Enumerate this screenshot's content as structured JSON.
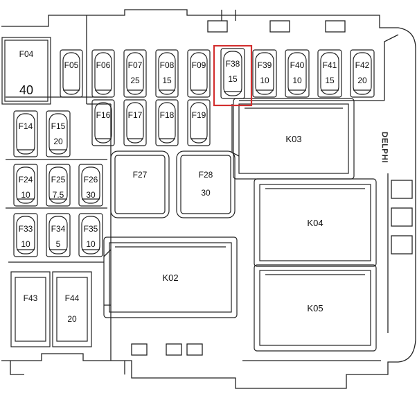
{
  "brand": "DELPHI",
  "highlight_color": "#d32f2f",
  "highlighted_fuse": "F38",
  "fuses": [
    {
      "id": "F04",
      "amp": "40"
    },
    {
      "id": "F05",
      "amp": ""
    },
    {
      "id": "F06",
      "amp": ""
    },
    {
      "id": "F07",
      "amp": "25"
    },
    {
      "id": "F08",
      "amp": "15"
    },
    {
      "id": "F09",
      "amp": ""
    },
    {
      "id": "F38",
      "amp": "15"
    },
    {
      "id": "F39",
      "amp": "10"
    },
    {
      "id": "F40",
      "amp": "10"
    },
    {
      "id": "F41",
      "amp": "15"
    },
    {
      "id": "F42",
      "amp": "20"
    },
    {
      "id": "F14",
      "amp": ""
    },
    {
      "id": "F15",
      "amp": "20"
    },
    {
      "id": "F16",
      "amp": ""
    },
    {
      "id": "F17",
      "amp": ""
    },
    {
      "id": "F18",
      "amp": ""
    },
    {
      "id": "F19",
      "amp": ""
    },
    {
      "id": "F24",
      "amp": "10"
    },
    {
      "id": "F25",
      "amp": "7.5"
    },
    {
      "id": "F26",
      "amp": "30"
    },
    {
      "id": "F27",
      "amp": ""
    },
    {
      "id": "F28",
      "amp": "30"
    },
    {
      "id": "F33",
      "amp": "10"
    },
    {
      "id": "F34",
      "amp": "5"
    },
    {
      "id": "F35",
      "amp": "10"
    },
    {
      "id": "F43",
      "amp": ""
    },
    {
      "id": "F44",
      "amp": "20"
    }
  ],
  "relays": [
    {
      "id": "K03"
    },
    {
      "id": "K04"
    },
    {
      "id": "K02"
    },
    {
      "id": "K05"
    }
  ]
}
